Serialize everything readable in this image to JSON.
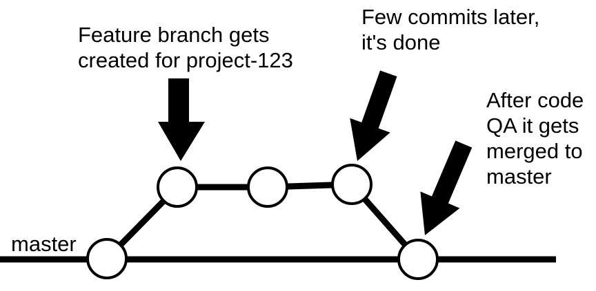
{
  "labels": {
    "master": "master",
    "feature_branch": [
      "Feature branch gets",
      "created for project-123"
    ],
    "few_commits": [
      "Few commits later,",
      "it's done"
    ],
    "after_code_qa": [
      "After code",
      "QA it gets",
      "merged to",
      "master"
    ]
  },
  "nodes": [
    {
      "id": "master-branch-point",
      "branch": "master"
    },
    {
      "id": "feature-commit-1",
      "branch": "feature"
    },
    {
      "id": "feature-commit-2",
      "branch": "feature"
    },
    {
      "id": "feature-commit-3",
      "branch": "feature"
    },
    {
      "id": "master-merge-point",
      "branch": "master"
    }
  ],
  "edges": [
    [
      "master-branch-point",
      "feature-commit-1"
    ],
    [
      "feature-commit-1",
      "feature-commit-2"
    ],
    [
      "feature-commit-2",
      "feature-commit-3"
    ],
    [
      "feature-commit-3",
      "master-merge-point"
    ]
  ],
  "colors": {
    "stroke": "#000000",
    "fill": "#ffffff"
  }
}
